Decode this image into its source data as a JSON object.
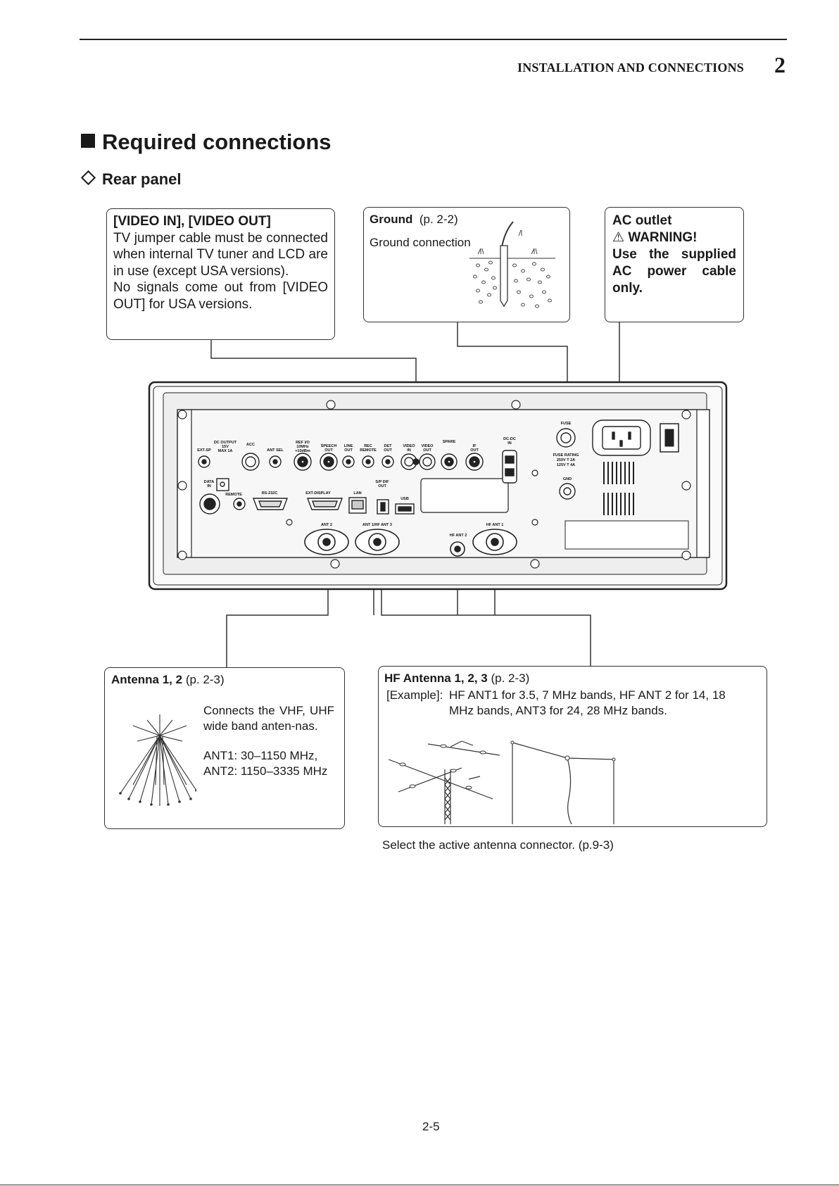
{
  "header": {
    "running_head": "INSTALLATION AND CONNECTIONS",
    "chapter_number": "2"
  },
  "section_title": "Required connections",
  "subsection_title": "Rear panel",
  "callouts": {
    "video": {
      "title": "[VIDEO IN], [VIDEO OUT]",
      "body": "TV jumper cable must be connected when internal TV tuner and LCD are in use (except USA versions).",
      "body2": "No signals come out from [VIDEO OUT] for USA versions."
    },
    "ground": {
      "title": "Ground",
      "ref": "(p. 2-2)",
      "caption": "Ground connection"
    },
    "ac_outlet": {
      "title": "AC outlet",
      "warning": "WARNING!",
      "body": "Use the supplied AC power cable only."
    },
    "antenna12": {
      "title": "Antenna 1, 2",
      "ref": "(p. 2-3)",
      "body": "Connects the VHF, UHF wide band anten-nas.",
      "line1": "ANT1: 30–1150 MHz,",
      "line2": "ANT2: 1150–3335 MHz"
    },
    "hf_antenna": {
      "title": "HF Antenna 1, 2, 3",
      "ref": "(p. 2-3)",
      "example_label": "[Example]:",
      "example_text": "HF ANT1 for 3.5, 7 MHz bands, HF ANT 2 for 14, 18 MHz bands, ANT3 for 24, 28 MHz bands."
    }
  },
  "panel_labels": {
    "ext_sp": "EXT-SP",
    "dc_output": "DC OUTPUT",
    "dc_output_2": "15V",
    "dc_output_3": "MAX 1A",
    "acc": "ACC",
    "ant_sel": "ANT SEL",
    "ref_io": "REF I/O",
    "ref_io_2": "10MHz",
    "ref_io_3": "+10dBm",
    "speech_out": "SPEECH",
    "speech_out_2": "OUT",
    "line_out": "LINE",
    "line_out_2": "OUT",
    "rec_remote": "REC",
    "rec_remote_2": "REMOTE",
    "det_out": "DET",
    "det_out_2": "OUT",
    "video_in": "VIDEO",
    "video_in_2": "IN",
    "video_out": "VIDEO",
    "video_out_2": "OUT",
    "spare": "SPARE",
    "if_out": "IF",
    "if_out_2": "OUT",
    "dc_dc_in": "DC-DC",
    "dc_dc_in_2": "IN",
    "fuse": "FUSE",
    "fuse_rating": "FUSE RATING",
    "fuse_rating_2": "250V T 2A",
    "fuse_rating_3": "125V T 4A",
    "gnd": "GND",
    "data_in": "DATA",
    "data_in_2": "IN",
    "remote": "REMOTE",
    "rs232c": "RS-232C",
    "ext_display": "EXT-DISPLAY",
    "lan": "LAN",
    "spdif_out": "S/P DIF",
    "spdif_out_2": "OUT",
    "usb": "USB",
    "ant2": "ANT 2",
    "ant1_hf_ant3": "ANT 1/HF ANT 3",
    "hf_ant2": "HF ANT 2",
    "hf_ant1": "HF ANT 1"
  },
  "footnote": "Select the active antenna connector. (p.9-3)",
  "page_number": "2-5"
}
